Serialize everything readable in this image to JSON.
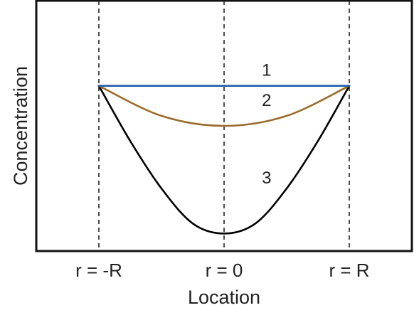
{
  "chart_data": {
    "type": "line",
    "xlabel": "Location",
    "ylabel": "Concentration",
    "x_tick_labels": [
      {
        "x": -1,
        "label": "r = -R"
      },
      {
        "x": 0,
        "label": "r = 0"
      },
      {
        "x": 1,
        "label": "r = R"
      }
    ],
    "xlim": [
      -1.5,
      1.5
    ],
    "ylim": [
      0,
      1
    ],
    "y_ticks_shown": false,
    "grid": false,
    "reference_lines": [
      {
        "x": -1,
        "style": "dashed"
      },
      {
        "x": 0,
        "style": "dashed"
      },
      {
        "x": 1,
        "style": "dashed"
      }
    ],
    "series": [
      {
        "label": "1",
        "color": "#1f5fa8",
        "x": [
          -1,
          0,
          1
        ],
        "y": [
          0.66,
          0.66,
          0.66
        ]
      },
      {
        "label": "2",
        "color": "#9a6b2a",
        "x": [
          -1,
          -0.5,
          0,
          0.5,
          1
        ],
        "y": [
          0.66,
          0.54,
          0.5,
          0.54,
          0.66
        ]
      },
      {
        "label": "3",
        "color": "#000000",
        "x": [
          -1,
          -0.75,
          -0.5,
          -0.25,
          0,
          0.25,
          0.5,
          0.75,
          1
        ],
        "y": [
          0.66,
          0.44,
          0.25,
          0.11,
          0.07,
          0.11,
          0.25,
          0.44,
          0.66
        ]
      }
    ]
  }
}
